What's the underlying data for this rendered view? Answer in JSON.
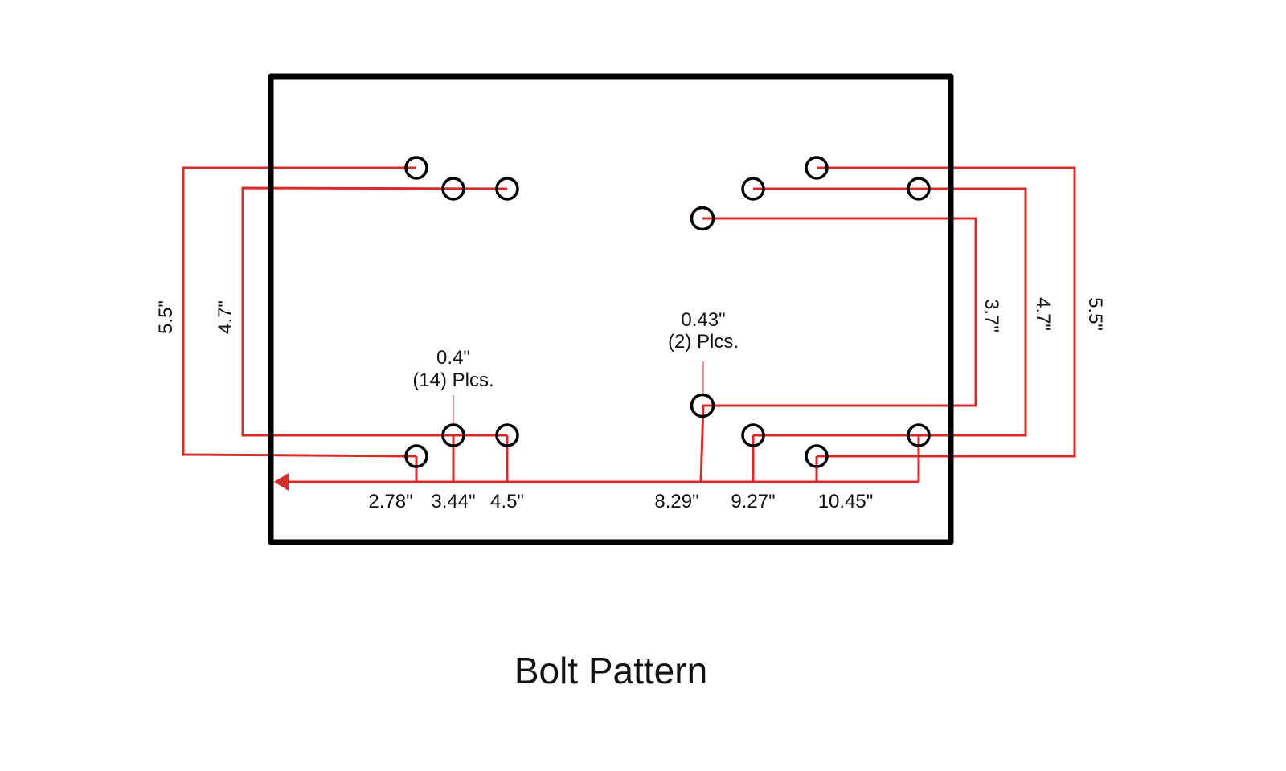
{
  "title": "Bolt Pattern",
  "colors": {
    "outline": "#000000",
    "dimension": "#d62b2b"
  },
  "callouts": {
    "small_holes": {
      "diameter": "0.4\"",
      "count": "(14) Plcs."
    },
    "large_holes": {
      "diameter": "0.43\"",
      "count": "(2) Plcs."
    }
  },
  "horizontal_dims": [
    "2.78\"",
    "3.44\"",
    "4.5\"",
    "8.29\"",
    "9.27\"",
    "10.45\""
  ],
  "vertical_dims": {
    "left_outer": "5.5\"",
    "left_inner": "4.7\"",
    "right_inner": "3.7\"",
    "right_middle": "4.7\"",
    "right_outer": "5.5\""
  }
}
